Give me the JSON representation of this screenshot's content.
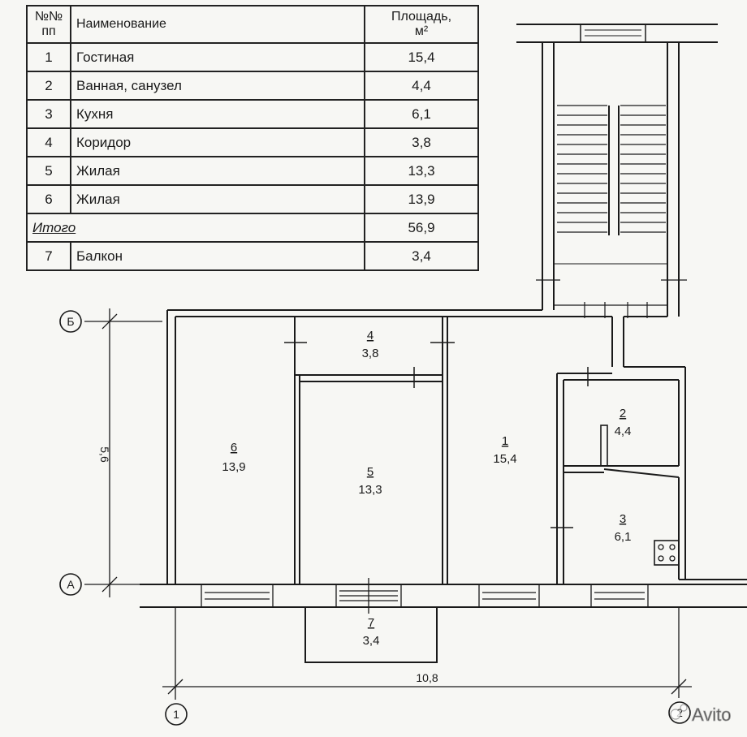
{
  "table": {
    "header": {
      "num": "№№\nпп",
      "name": "Наименование",
      "area": "Площадь,\nм²"
    },
    "rows": [
      {
        "num": "1",
        "name": "Гостиная",
        "area": "15,4"
      },
      {
        "num": "2",
        "name": "Ванная, санузел",
        "area": "4,4"
      },
      {
        "num": "3",
        "name": "Кухня",
        "area": "6,1"
      },
      {
        "num": "4",
        "name": "Коридор",
        "area": "3,8"
      },
      {
        "num": "5",
        "name": "Жилая",
        "area": "13,3"
      },
      {
        "num": "6",
        "name": "Жилая",
        "area": "13,9"
      }
    ],
    "total": {
      "label": "Итого",
      "area": "56,9"
    },
    "extra": {
      "num": "7",
      "name": "Балкон",
      "area": "3,4"
    }
  },
  "plan": {
    "rooms": [
      {
        "num": "1",
        "area": "15,4"
      },
      {
        "num": "2",
        "area": "4,4"
      },
      {
        "num": "3",
        "area": "6,1"
      },
      {
        "num": "4",
        "area": "3,8"
      },
      {
        "num": "5",
        "area": "13,3"
      },
      {
        "num": "6",
        "area": "13,9"
      },
      {
        "num": "7",
        "area": "3,4"
      }
    ],
    "axes": {
      "a": "А",
      "b": "Б",
      "one": "1",
      "two": "2"
    },
    "dimensions": {
      "height": "5,6",
      "width": "10,8"
    }
  },
  "watermark": "Avito"
}
